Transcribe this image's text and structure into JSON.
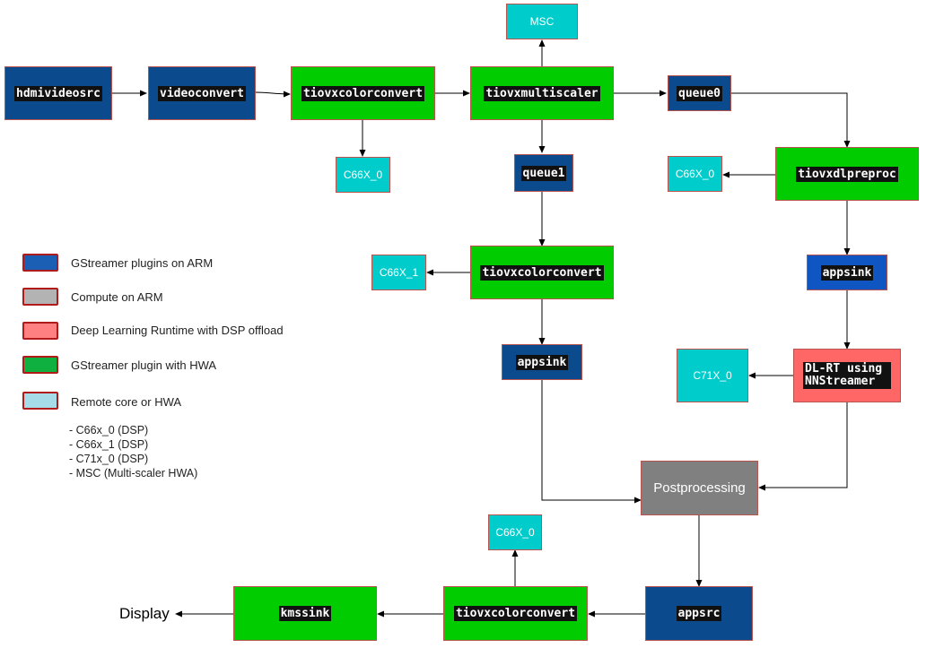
{
  "nodes": {
    "hdmivideosrc": "hdmivideosrc",
    "videoconvert": "videoconvert",
    "colorconvert1": "tiovxcolorconvert",
    "multiscaler": "tiovxmultiscaler",
    "msc": "MSC",
    "queue0": "queue0",
    "c66x0_a": "C66X_0",
    "queue1": "queue1",
    "c66x0_b": "C66X_0",
    "dlpreproc": "tiovxdlpreproc",
    "c66x1": "C66X_1",
    "colorconvert2": "tiovxcolorconvert",
    "appsink_right": "appsink",
    "appsink_left": "appsink",
    "c71x0": "C71X_0",
    "dlrt": "DL-RT using \nNNStreamer",
    "postprocessing": "Postprocessing",
    "c66x0_c": "C66X_0",
    "kmssink": "kmssink",
    "colorconvert3": "tiovxcolorconvert",
    "appsrc": "appsrc",
    "display": "Display"
  },
  "legend": [
    {
      "label": "GStreamer plugins on ARM",
      "color": "#1a5fb4"
    },
    {
      "label": "Compute on ARM",
      "color": "#b3b3b3"
    },
    {
      "label": "Deep Learning Runtime with DSP offload",
      "color": "#ff8080"
    },
    {
      "label": "GStreamer plugin with HWA",
      "color": "#10b040"
    },
    {
      "label": "Remote core or HWA",
      "color": "#a6dcea"
    }
  ],
  "notes": [
    "-  C66x_0 (DSP)",
    "-  C66x_1 (DSP)",
    "-  C71x_0 (DSP)",
    "-  MSC (Multi-scaler HWA)"
  ]
}
